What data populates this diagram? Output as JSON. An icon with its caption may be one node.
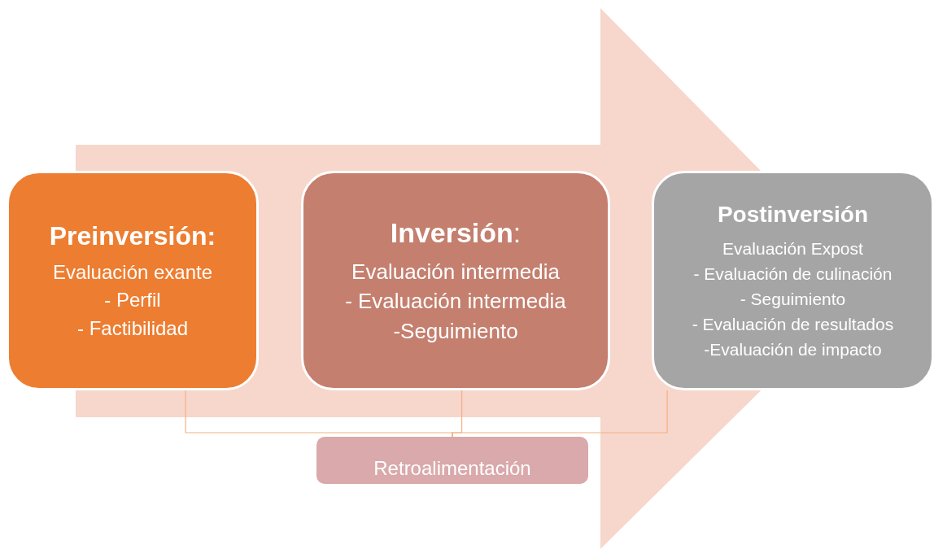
{
  "diagram": {
    "nodes": [
      {
        "text": [
          "Preinversión:",
          "Evaluación exante",
          "- Perfil",
          "- Factibilidad"
        ]
      },
      {
        "text": [
          "**Inversión**:",
          "Evaluación intermedia",
          "- Evaluación intermedia",
          "-Seguimiento"
        ]
      },
      {
        "text": [
          "Postinversión",
          "Evaluación Expost",
          "- Evaluación de culinación",
          "- Seguimiento",
          "- Evaluación de resultados",
          "-Evaluación de impacto"
        ]
      },
      {
        "text": [
          "Retroalimentación"
        ]
      }
    ],
    "edges": [
      {
        "from": 0,
        "to": 3,
        "arrow": "none"
      },
      {
        "from": 1,
        "to": 3,
        "arrow": "none"
      },
      {
        "from": 2,
        "to": 3,
        "arrow": "none"
      },
      {
        "from": 0,
        "to": 2,
        "arrow": "to",
        "style": "thick",
        "color": "#f7d6cc"
      }
    ]
  }
}
